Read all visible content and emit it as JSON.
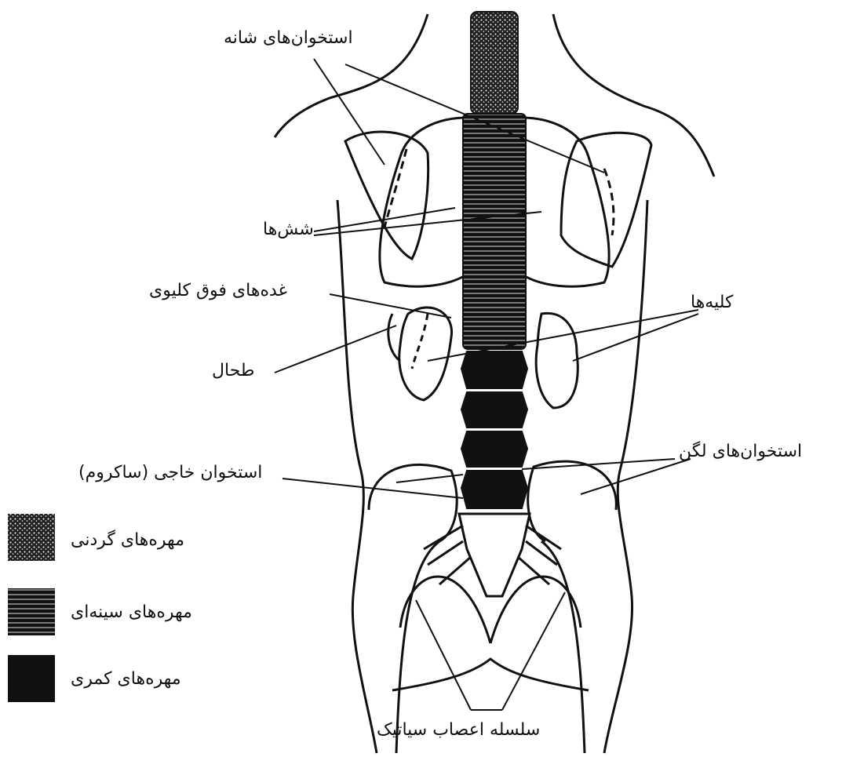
{
  "labels": {
    "shoulder_bones": "استخوان‌های شانه",
    "lungs": "شش‌ها",
    "adrenal_glands": "غده‌های فوق کلیوی",
    "kidneys": "کلیه‌ها",
    "spleen": "طحال",
    "pelvic_bones": "استخوان‌های لگن",
    "sacrum": "استخوان خاجی (ساکروم)",
    "sciatic_nerves": "سلسله اعصاب سیاتیک"
  },
  "legend": [
    {
      "label": "مهره‌های گردنی",
      "pattern": "speckled"
    },
    {
      "label": "مهره‌های سینه‌ای",
      "pattern": "striped"
    },
    {
      "label": "مهره‌های کمری",
      "pattern": "solid"
    }
  ],
  "colors": {
    "ink": "#111111",
    "paper": "#ffffff"
  }
}
